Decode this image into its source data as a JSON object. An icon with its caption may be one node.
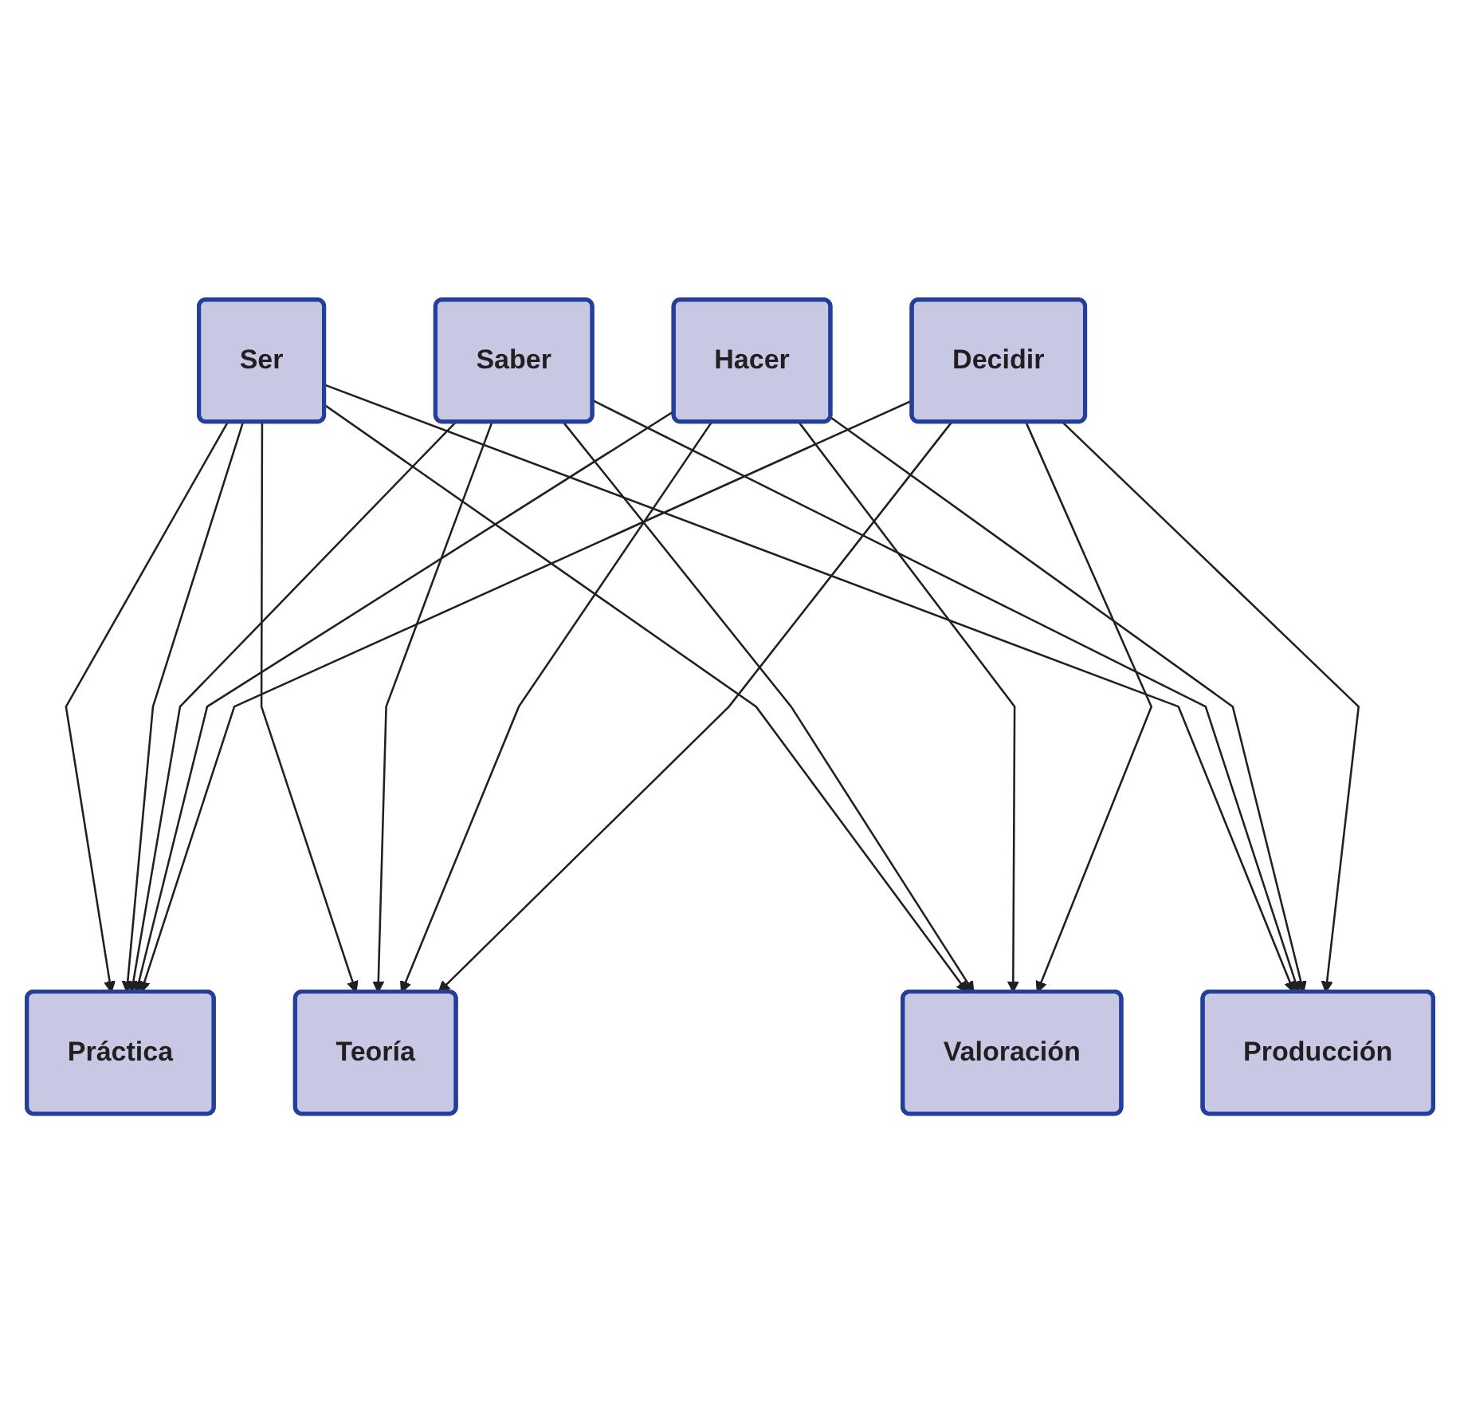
{
  "diagram": {
    "nodes": [
      {
        "text": [
          "Ser"
        ]
      },
      {
        "text": [
          "Práctica"
        ]
      },
      {
        "text": [
          "Saber"
        ]
      },
      {
        "text": [
          "Teoría"
        ]
      },
      {
        "text": [
          "Hacer"
        ]
      },
      {
        "text": [
          "Valoración"
        ]
      },
      {
        "text": [
          "Decidir"
        ]
      },
      {
        "text": [
          "Producción"
        ]
      }
    ],
    "edges": [
      {
        "from": 0,
        "to": 1,
        "arrow": "to"
      },
      {
        "from": 0,
        "to": 1,
        "arrow": "to"
      },
      {
        "from": 0,
        "to": 3,
        "arrow": "to"
      },
      {
        "from": 0,
        "to": 5,
        "arrow": "to"
      },
      {
        "from": 0,
        "to": 7,
        "arrow": "to"
      },
      {
        "from": 2,
        "to": 1,
        "arrow": "to"
      },
      {
        "from": 2,
        "to": 3,
        "arrow": "to"
      },
      {
        "from": 2,
        "to": 5,
        "arrow": "to"
      },
      {
        "from": 2,
        "to": 7,
        "arrow": "to"
      },
      {
        "from": 4,
        "to": 1,
        "arrow": "to"
      },
      {
        "from": 4,
        "to": 3,
        "arrow": "to"
      },
      {
        "from": 4,
        "to": 5,
        "arrow": "to"
      },
      {
        "from": 4,
        "to": 7,
        "arrow": "to"
      },
      {
        "from": 6,
        "to": 1,
        "arrow": "to"
      },
      {
        "from": 6,
        "to": 3,
        "arrow": "to"
      },
      {
        "from": 6,
        "to": 5,
        "arrow": "to"
      },
      {
        "from": 6,
        "to": 7,
        "arrow": "to"
      }
    ]
  }
}
